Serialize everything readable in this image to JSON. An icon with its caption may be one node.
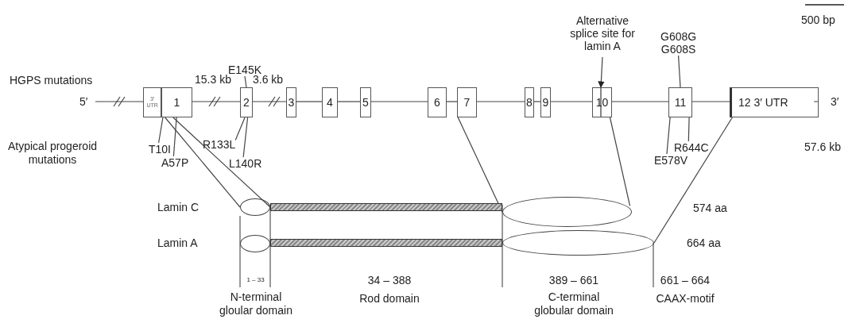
{
  "diagram": {
    "nodes": [
      {
        "text": [
          "3′ UTR"
        ]
      },
      {
        "text": [
          "1"
        ]
      },
      {
        "text": [
          "2"
        ]
      },
      {
        "text": [
          "3"
        ]
      },
      {
        "text": [
          "4"
        ]
      },
      {
        "text": [
          "5"
        ]
      },
      {
        "text": [
          "6"
        ]
      },
      {
        "text": [
          "7"
        ]
      },
      {
        "text": [
          "8"
        ]
      },
      {
        "text": [
          "9"
        ]
      },
      {
        "text": [
          "10"
        ]
      },
      {
        "text": [
          "11"
        ]
      },
      {
        "text": [
          "12 3′ UTR"
        ]
      },
      {
        "text": [
          "E145K"
        ]
      },
      {
        "text": [
          "G608G",
          "G608S"
        ]
      },
      {
        "text": [
          "Alternative splice site for lamin A"
        ]
      },
      {
        "text": [
          "T10I"
        ]
      },
      {
        "text": [
          "A57P"
        ]
      },
      {
        "text": [
          "R133L"
        ]
      },
      {
        "text": [
          "L140R"
        ]
      },
      {
        "text": [
          "R644C"
        ]
      },
      {
        "text": [
          "E578V"
        ]
      },
      {
        "text": [],
        "shape": "ellipse"
      },
      {
        "text": [],
        "shape": "bar"
      },
      {
        "text": [],
        "shape": "ellipse"
      },
      {
        "text": [],
        "shape": "ellipse"
      },
      {
        "text": [],
        "shape": "bar"
      },
      {
        "text": [],
        "shape": "ellipse"
      }
    ],
    "edges": [
      {
        "from": 13,
        "to": 2,
        "arrow": "none"
      },
      {
        "from": 14,
        "to": 11,
        "arrow": "none"
      },
      {
        "from": 15,
        "to": 10,
        "arrow": "to"
      },
      {
        "from": 16,
        "to": 1,
        "arrow": "none"
      },
      {
        "from": 17,
        "to": 1,
        "arrow": "none"
      },
      {
        "from": 18,
        "to": 2,
        "arrow": "none"
      },
      {
        "from": 19,
        "to": 2,
        "arrow": "none"
      },
      {
        "from": 20,
        "to": 11,
        "arrow": "none"
      },
      {
        "from": 21,
        "to": 11,
        "arrow": "none"
      },
      {
        "from": 1,
        "to": 22,
        "arrow": "none"
      },
      {
        "from": 1,
        "to": 22,
        "arrow": "none"
      },
      {
        "from": 7,
        "to": 24,
        "arrow": "none"
      },
      {
        "from": 10,
        "to": 24,
        "arrow": "none"
      },
      {
        "from": 12,
        "to": 27,
        "arrow": "none"
      },
      {
        "from": null,
        "to": 0,
        "arrow": "none"
      },
      {
        "from": 1,
        "to": 2,
        "arrow": "none"
      },
      {
        "from": 2,
        "to": 3,
        "arrow": "none"
      },
      {
        "from": 3,
        "to": 4,
        "arrow": "none"
      },
      {
        "from": 4,
        "to": 5,
        "arrow": "none"
      },
      {
        "from": 5,
        "to": 6,
        "arrow": "none"
      },
      {
        "from": 6,
        "to": 7,
        "arrow": "none"
      },
      {
        "from": 7,
        "to": 8,
        "arrow": "none"
      },
      {
        "from": 8,
        "to": 9,
        "arrow": "none"
      },
      {
        "from": 9,
        "to": 10,
        "arrow": "none"
      },
      {
        "from": 10,
        "to": 11,
        "arrow": "none"
      },
      {
        "from": 11,
        "to": 12,
        "arrow": "none"
      },
      {
        "from": 12,
        "to": null,
        "arrow": "none"
      }
    ],
    "labels": [
      "HGPS mutations",
      "Atypical progeroid mutations",
      "5′",
      "3′",
      "15.3 kb",
      "3.6 kb",
      "500 bp",
      "57.6 kb",
      "Lamin C",
      "Lamin A",
      "574 aa",
      "664 aa",
      "1 – 33",
      "N-terminal gloular domain",
      "34 – 388",
      "Rod domain",
      "389 – 661",
      "C-terminal globular domain",
      "661 – 664",
      "CAAX-motif"
    ]
  }
}
